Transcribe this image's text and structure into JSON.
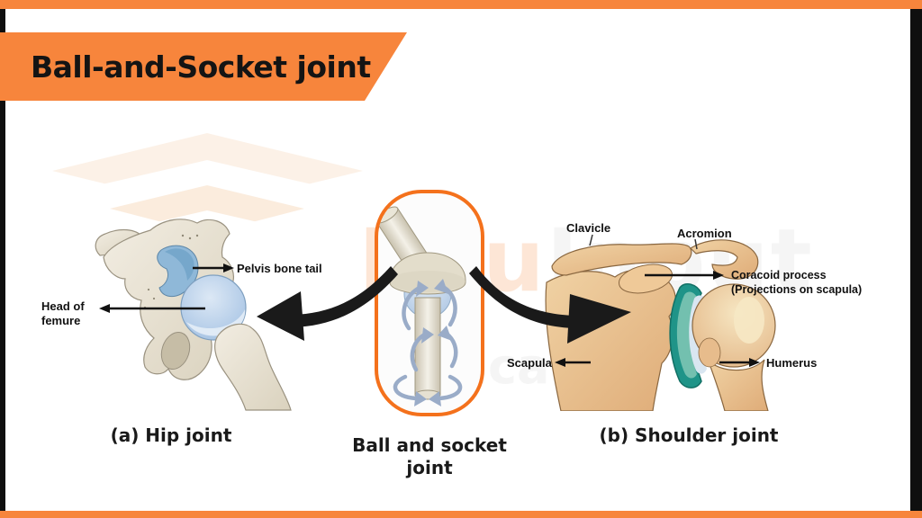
{
  "header": {
    "title": "Ball-and-Socket joint"
  },
  "colors": {
    "accent_orange": "#F7853C",
    "box_border_orange": "#F4711C",
    "frame_black": "#0F0F0F",
    "bone_beige": "#E7E1D4",
    "cartilage_blue": "#8FB8D8",
    "femur_head_blue": "#B3CCE8",
    "shoulder_tan": "#E2B184",
    "joint_teal": "#1F9488",
    "rotation_arrow_gray": "#9AACC8",
    "label_black": "#111111"
  },
  "watermark": {
    "brand_part1": "Edu",
    "brand_part2": "Input",
    "line2": "Education"
  },
  "panels": {
    "hip": {
      "caption": "(a) Hip joint",
      "labels": {
        "pelvis_bone_tail": "Pelvis bone tail",
        "head_of_femur_line1": "Head of",
        "head_of_femur_line2": "femure"
      }
    },
    "center": {
      "caption_line1": "Ball and socket",
      "caption_line2": "joint"
    },
    "shoulder": {
      "caption": "(b) Shoulder joint",
      "labels": {
        "clavicle": "Clavicle",
        "acromion": "Acromion",
        "coracoid_line1": "Coracoid process",
        "coracoid_line2": "(Projections on scapula)",
        "scapula": "Scapula",
        "humerus": "Humerus"
      }
    }
  }
}
